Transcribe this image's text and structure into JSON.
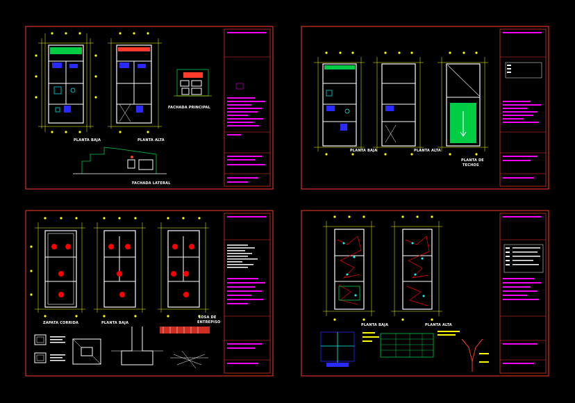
{
  "drawing": {
    "background": "#000000",
    "colors": {
      "border": "#ff3a2a",
      "titleblock_border": "#ff3a2a",
      "titleblock_text": "#ff00ff",
      "dimension": "#ffff00",
      "walls": "#ffffff",
      "fixtures": "#00ffff",
      "blue": "#2a2aff",
      "green": "#00cc44",
      "red_elements": "#ff0000"
    },
    "sheets": [
      {
        "id": "sheet-1",
        "labels": {
          "planta_baja": "PLANTA BAJA",
          "planta_alta": "PLANTA ALTA",
          "fachada_principal": "FACHADA PRINCIPAL",
          "fachada_lateral": "FACHADA LATERAL"
        }
      },
      {
        "id": "sheet-2",
        "labels": {
          "planta_baja": "PLANTA BAJA",
          "planta_alta": "PLANTA ALTA",
          "planta_techos_1": "PLANTA DE",
          "planta_techos_2": "TECHOS"
        }
      },
      {
        "id": "sheet-3",
        "labels": {
          "zapata": "ZAPATA CORRIDA",
          "planta_baja": "PLANTA BAJA",
          "losa_1": "LOSA DE",
          "losa_2": "ENTREPISO"
        }
      },
      {
        "id": "sheet-4",
        "labels": {
          "planta_baja": "PLANTA BAJA",
          "planta_alta": "PLANTA ALTA"
        }
      }
    ]
  }
}
